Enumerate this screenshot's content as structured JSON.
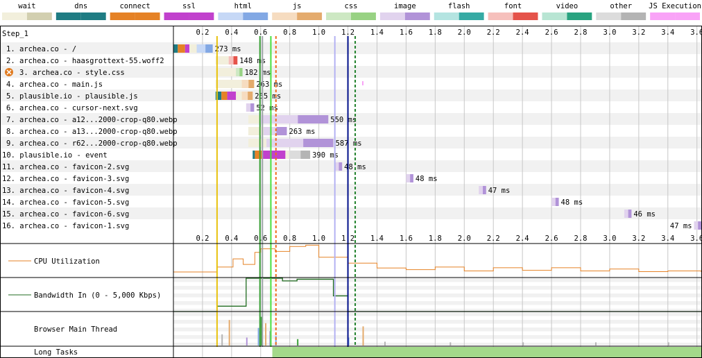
{
  "step_label": "Step_1",
  "legend": [
    {
      "label": "wait",
      "light": "#f2efdc",
      "dark": "#d2cfb0"
    },
    {
      "label": "dns",
      "light": "#1f7c83",
      "dark": "#1f7c83"
    },
    {
      "label": "connect",
      "light": "#e58226",
      "dark": "#e58226"
    },
    {
      "label": "ssl",
      "light": "#c141cd",
      "dark": "#c141cd"
    },
    {
      "label": "html",
      "light": "#c6d8f6",
      "dark": "#82a8e4"
    },
    {
      "label": "js",
      "light": "#f6dcc0",
      "dark": "#e4ab6d"
    },
    {
      "label": "css",
      "light": "#cde8c3",
      "dark": "#98d283"
    },
    {
      "label": "image",
      "light": "#e1d3ee",
      "dark": "#b193d8"
    },
    {
      "label": "flash",
      "light": "#b4e4e1",
      "dark": "#36aaa4"
    },
    {
      "label": "font",
      "light": "#f6c0bc",
      "dark": "#e5534a"
    },
    {
      "label": "video",
      "light": "#b8e5d3",
      "dark": "#29a380"
    },
    {
      "label": "other",
      "light": "#dcdcdc",
      "dark": "#b4b4b4"
    },
    {
      "label": "JS Execution",
      "light": "#f9a3f7",
      "dark": "#f9a3f7"
    }
  ],
  "panels": {
    "cpu": "CPU Utilization",
    "bandwidth": "Bandwidth In (0 - 5,000 Kbps)",
    "main_thread": "Browser Main Thread",
    "long_tasks": "Long Tasks"
  },
  "chart_data": {
    "type": "waterfall",
    "x_unit": "s",
    "xlim": [
      0,
      3.63
    ],
    "ticks": [
      0.2,
      0.4,
      0.6,
      0.8,
      1.0,
      1.2,
      1.4,
      1.6,
      1.8,
      2.0,
      2.2,
      2.4,
      2.6,
      2.8,
      3.0,
      3.2,
      3.4,
      3.6
    ],
    "tick_labels": [
      "0.2",
      "0.4",
      "0.6",
      "0.8",
      "1.0",
      "1.2",
      "1.4",
      "1.6",
      "1.8",
      "2.0",
      "2.2",
      "2.4",
      "2.6",
      "2.8",
      "3.0",
      "3.2",
      "3.4",
      "3.6"
    ],
    "requests": [
      {
        "label": "1. archea.co - /",
        "type": "html",
        "duration": "273 ms",
        "error": false,
        "segments": [
          [
            "dns",
            0.0,
            0.03
          ],
          [
            "connect",
            0.03,
            0.08
          ],
          [
            "ssl",
            0.08,
            0.11
          ],
          [
            "wait",
            0.11,
            0.16
          ],
          [
            "html",
            0.16,
            0.27
          ]
        ]
      },
      {
        "label": "2. archea.co - haasgrottext-55.woff2",
        "type": "font",
        "duration": "148 ms",
        "error": false,
        "segments": [
          [
            "wait",
            0.29,
            0.38
          ],
          [
            "font",
            0.38,
            0.44
          ]
        ]
      },
      {
        "label": "3. archea.co - style.css",
        "type": "css",
        "duration": "182 ms",
        "error": true,
        "segments": [
          [
            "wait",
            0.29,
            0.43
          ],
          [
            "css",
            0.43,
            0.475
          ]
        ]
      },
      {
        "label": "4. archea.co - main.js",
        "type": "js",
        "duration": "263 ms",
        "error": false,
        "segments": [
          [
            "wait",
            0.29,
            0.47
          ],
          [
            "js",
            0.47,
            0.555
          ]
        ]
      },
      {
        "label": "5. plausible.io - plausible.js",
        "type": "js",
        "duration": "255 ms",
        "error": false,
        "segments": [
          [
            "dns",
            0.29,
            0.33
          ],
          [
            "connect",
            0.33,
            0.37
          ],
          [
            "ssl",
            0.37,
            0.43
          ],
          [
            "wait",
            0.43,
            0.47
          ],
          [
            "js",
            0.47,
            0.545
          ]
        ]
      },
      {
        "label": "6. archea.co - cursor-next.svg",
        "type": "image",
        "duration": "52 ms",
        "error": false,
        "segments": [
          [
            "image",
            0.5,
            0.555
          ]
        ]
      },
      {
        "label": "7. archea.co - a12...2000-crop-q80.webp",
        "type": "image",
        "duration": "550 ms",
        "error": false,
        "segments": [
          [
            "wait",
            0.515,
            0.6
          ],
          [
            "image",
            0.6,
            1.065
          ]
        ]
      },
      {
        "label": "8. archea.co - a13...2000-crop-q80.webp",
        "type": "image",
        "duration": "263 ms",
        "error": false,
        "segments": [
          [
            "wait",
            0.515,
            0.62
          ],
          [
            "image",
            0.62,
            0.78
          ]
        ]
      },
      {
        "label": "9. archea.co - r62...2000-crop-q80.webp",
        "type": "image",
        "duration": "587 ms",
        "error": false,
        "segments": [
          [
            "wait",
            0.515,
            0.64
          ],
          [
            "image",
            0.64,
            1.1
          ]
        ]
      },
      {
        "label": "10. plausible.io - event",
        "type": "other",
        "duration": "390 ms",
        "error": false,
        "segments": [
          [
            "dns",
            0.545,
            0.56
          ],
          [
            "connect",
            0.56,
            0.615
          ],
          [
            "ssl",
            0.615,
            0.77
          ],
          [
            "wait",
            0.77,
            0.795
          ],
          [
            "other",
            0.795,
            0.94
          ]
        ]
      },
      {
        "label": "11. archea.co - favicon-2.svg",
        "type": "image",
        "duration": "48 ms",
        "error": false,
        "segments": [
          [
            "image",
            1.11,
            1.16
          ]
        ]
      },
      {
        "label": "12. archea.co - favicon-3.svg",
        "type": "image",
        "duration": "48 ms",
        "error": false,
        "segments": [
          [
            "image",
            1.6,
            1.65
          ]
        ]
      },
      {
        "label": "13. archea.co - favicon-4.svg",
        "type": "image",
        "duration": "47 ms",
        "error": false,
        "segments": [
          [
            "image",
            2.1,
            2.15
          ]
        ]
      },
      {
        "label": "14. archea.co - favicon-5.svg",
        "type": "image",
        "duration": "48 ms",
        "error": false,
        "segments": [
          [
            "image",
            2.6,
            2.65
          ]
        ]
      },
      {
        "label": "15. archea.co - favicon-6.svg",
        "type": "image",
        "duration": "46 ms",
        "error": false,
        "segments": [
          [
            "image",
            3.1,
            3.15
          ]
        ]
      },
      {
        "label": "16. archea.co - favicon-1.svg",
        "type": "image",
        "duration": "47 ms",
        "error": false,
        "segments": [
          [
            "image",
            3.58,
            3.63
          ]
        ]
      }
    ],
    "markers": [
      {
        "t": 0.3,
        "color": "#e8c20d",
        "style": "solid"
      },
      {
        "t": 0.595,
        "color": "#3aa037",
        "style": "solid"
      },
      {
        "t": 0.612,
        "color": "#9ea4a8",
        "style": "solid"
      },
      {
        "t": 0.67,
        "color": "#46e03d",
        "style": "solid"
      },
      {
        "t": 0.705,
        "color": "#f06d1d",
        "style": "dashed"
      },
      {
        "t": 1.11,
        "color": "#b3b1f2",
        "style": "solid"
      },
      {
        "t": 1.2,
        "color": "#000e8a",
        "style": "solid"
      },
      {
        "t": 1.25,
        "color": "#20802a",
        "style": "dashed"
      }
    ],
    "cpu_utilization": [
      [
        0.0,
        0.15
      ],
      [
        0.2,
        0.15
      ],
      [
        0.3,
        0.3
      ],
      [
        0.41,
        0.55
      ],
      [
        0.48,
        0.38
      ],
      [
        0.56,
        0.75
      ],
      [
        0.6,
        0.86
      ],
      [
        0.7,
        0.78
      ],
      [
        0.8,
        0.93
      ],
      [
        0.91,
        0.97
      ],
      [
        1.0,
        0.6
      ],
      [
        1.2,
        0.42
      ],
      [
        1.4,
        0.27
      ],
      [
        1.6,
        0.22
      ],
      [
        1.8,
        0.3
      ],
      [
        2.0,
        0.18
      ],
      [
        2.2,
        0.28
      ],
      [
        2.4,
        0.2
      ],
      [
        2.6,
        0.28
      ],
      [
        2.8,
        0.18
      ],
      [
        3.0,
        0.24
      ],
      [
        3.2,
        0.16
      ],
      [
        3.4,
        0.18
      ],
      [
        3.63,
        0.15
      ]
    ],
    "bandwidth_in": [
      [
        0.0,
        0.0
      ],
      [
        0.3,
        0.16
      ],
      [
        0.47,
        0.16
      ],
      [
        0.5,
        1.0
      ],
      [
        0.75,
        0.92
      ],
      [
        0.85,
        0.97
      ],
      [
        1.1,
        0.47
      ],
      [
        1.2,
        0.0
      ],
      [
        3.63,
        0.0
      ]
    ],
    "long_tasks": [
      [
        0.68,
        3.63
      ]
    ]
  }
}
